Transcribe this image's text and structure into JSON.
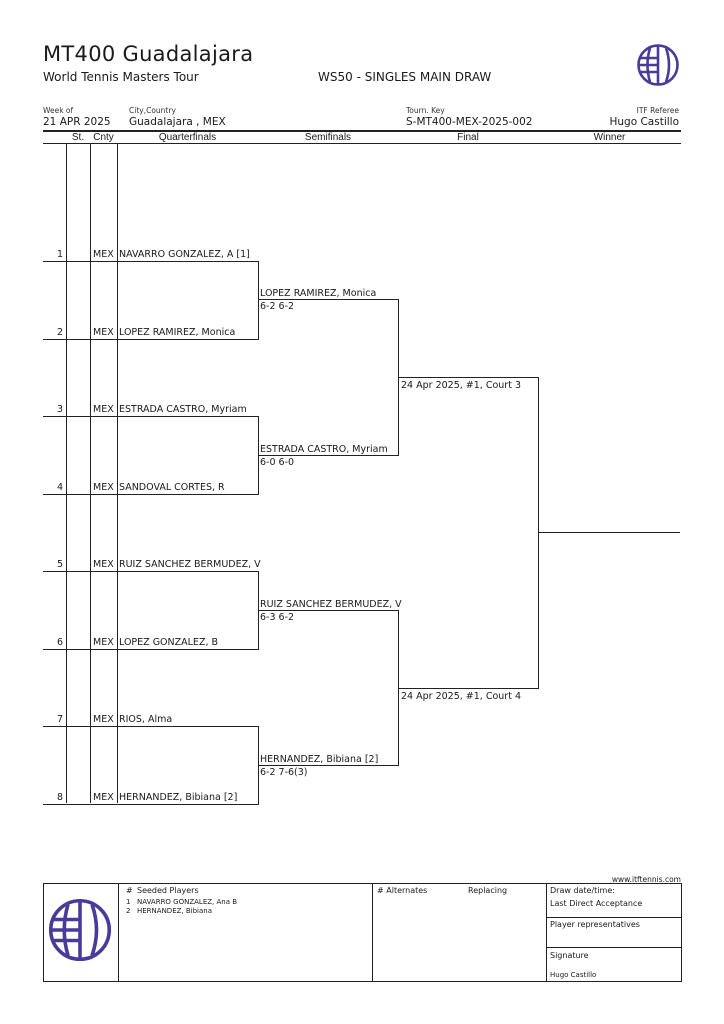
{
  "header": {
    "title": "MT400 Guadalajara",
    "subtitle": "World Tennis Masters Tour",
    "event": "WS50 - SINGLES MAIN DRAW",
    "logo_icon": "itf-globe-logo",
    "brand_color": "#4a3a99"
  },
  "info": {
    "week_label": "Week of",
    "week_value": "21 APR 2025",
    "city_label": "City,Country",
    "city_value": "Guadalajara , MEX",
    "key_label": "Tourn. Key",
    "key_value": "S-MT400-MEX-2025-002",
    "referee_label": "ITF Referee",
    "referee_value": "Hugo Castillo"
  },
  "columns": {
    "st": "St.",
    "cnty": "Cnty",
    "qf": "Quarterfinals",
    "sf": "Semifinals",
    "final": "Final",
    "winner": "Winner"
  },
  "players": [
    {
      "num": "1",
      "st": "",
      "cnty": "MEX",
      "name": "NAVARRO GONZALEZ, A [1]"
    },
    {
      "num": "2",
      "st": "",
      "cnty": "MEX",
      "name": "LOPEZ RAMIREZ, Monica"
    },
    {
      "num": "3",
      "st": "",
      "cnty": "MEX",
      "name": "ESTRADA CASTRO, Myriam"
    },
    {
      "num": "4",
      "st": "",
      "cnty": "MEX",
      "name": "SANDOVAL CORTES, R"
    },
    {
      "num": "5",
      "st": "",
      "cnty": "MEX",
      "name": "RUIZ SANCHEZ BERMUDEZ, V"
    },
    {
      "num": "6",
      "st": "",
      "cnty": "MEX",
      "name": "LOPEZ GONZALEZ, B"
    },
    {
      "num": "7",
      "st": "",
      "cnty": "MEX",
      "name": "RIOS, Alma"
    },
    {
      "num": "8",
      "st": "",
      "cnty": "MEX",
      "name": "HERNANDEZ, Bibiana [2]"
    }
  ],
  "semifinalists": [
    {
      "name": "LOPEZ RAMIREZ, Monica",
      "score": "6-2 6-2"
    },
    {
      "name": "ESTRADA CASTRO, Myriam",
      "score": "6-0 6-0"
    },
    {
      "name": "RUIZ SANCHEZ BERMUDEZ, V",
      "score": "6-3 6-2"
    },
    {
      "name": "HERNANDEZ, Bibiana [2]",
      "score": "6-2 7-6(3)"
    }
  ],
  "finalists": [
    {
      "name": "",
      "schedule": "24 Apr 2025, #1, Court 3"
    },
    {
      "name": "",
      "schedule": "24 Apr 2025, #1, Court 4"
    }
  ],
  "winner": {
    "name": ""
  },
  "footer": {
    "website": "www.itftennis.com",
    "seeded_hash": "#",
    "seeded_title": "Seeded Players",
    "seeds": [
      {
        "num": "1",
        "name": "NAVARRO GONZALEZ, Ana B"
      },
      {
        "num": "2",
        "name": "HERNANDEZ, Bibiana"
      }
    ],
    "alternates_title": "# Alternates",
    "replacing_title": "Replacing",
    "draw_date_label": "Draw date/time:",
    "lda_label": "Last Direct Acceptance",
    "player_reps_label": "Player representatives",
    "signature_label": "Signature",
    "signature_value": "Hugo Castillo"
  }
}
